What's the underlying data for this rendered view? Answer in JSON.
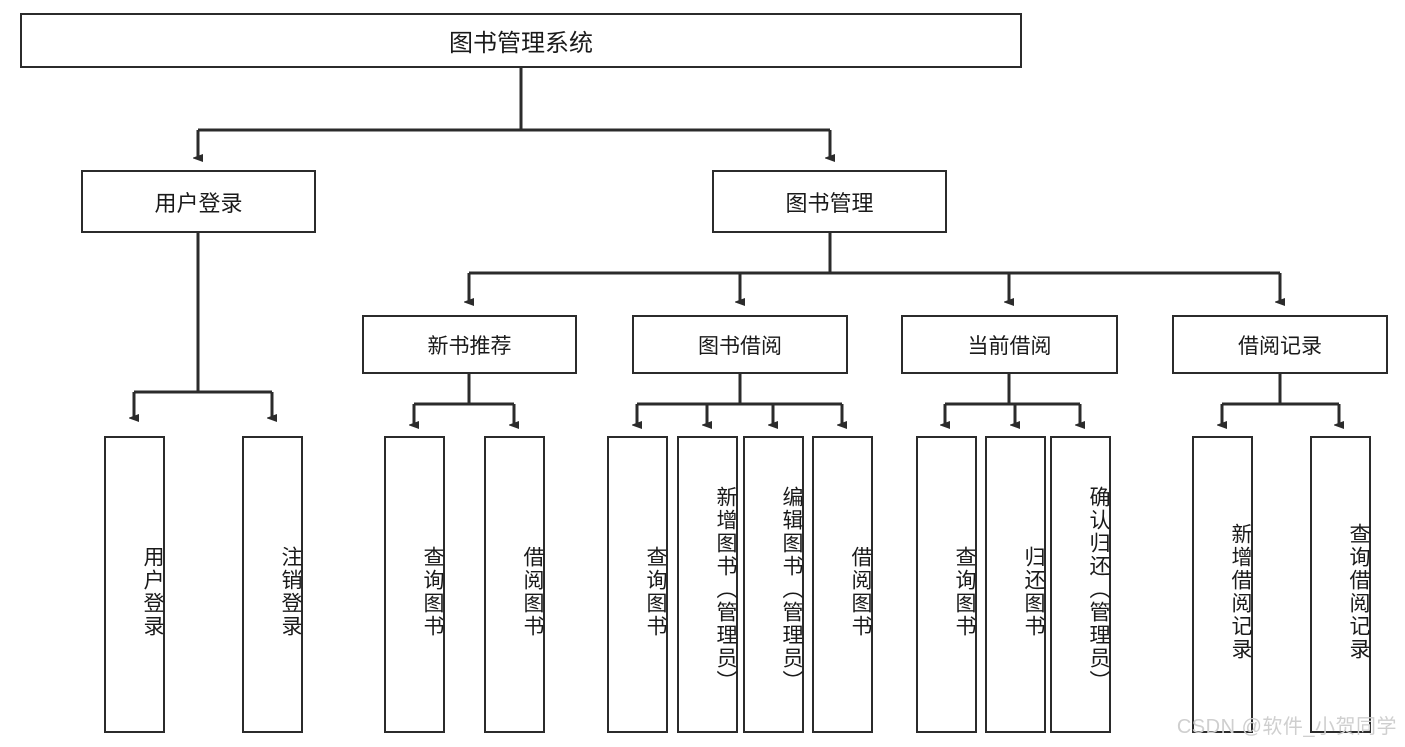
{
  "diagram": {
    "type": "tree",
    "title": "图书管理系统",
    "watermark": "CSDN @软件_小贺同学",
    "colors": {
      "border": "#2b2b2b",
      "background": "#ffffff",
      "text": "#1a1a1a",
      "connector": "#2b2b2b",
      "watermark": "#cfcfcf"
    },
    "nodes": {
      "root": {
        "label": "图书管理系统"
      },
      "level2": [
        {
          "label": "用户登录"
        },
        {
          "label": "图书管理"
        }
      ],
      "level3": [
        {
          "label": "新书推荐"
        },
        {
          "label": "图书借阅"
        },
        {
          "label": "当前借阅"
        },
        {
          "label": "借阅记录"
        }
      ],
      "leaves": {
        "user_login": [
          {
            "label": "用户登录"
          },
          {
            "label": "注销登录"
          }
        ],
        "new_book_recommend": [
          {
            "label": "查询图书"
          },
          {
            "label": "借阅图书"
          }
        ],
        "book_borrow": [
          {
            "label": "查询图书"
          },
          {
            "label": "新增图书（管理员）"
          },
          {
            "label": "编辑图书（管理员）"
          },
          {
            "label": "借阅图书"
          }
        ],
        "current_borrow": [
          {
            "label": "查询图书"
          },
          {
            "label": "归还图书"
          },
          {
            "label": "确认归还（管理员）"
          }
        ],
        "borrow_record": [
          {
            "label": "新增借阅记录"
          },
          {
            "label": "查询借阅记录"
          }
        ]
      }
    }
  }
}
